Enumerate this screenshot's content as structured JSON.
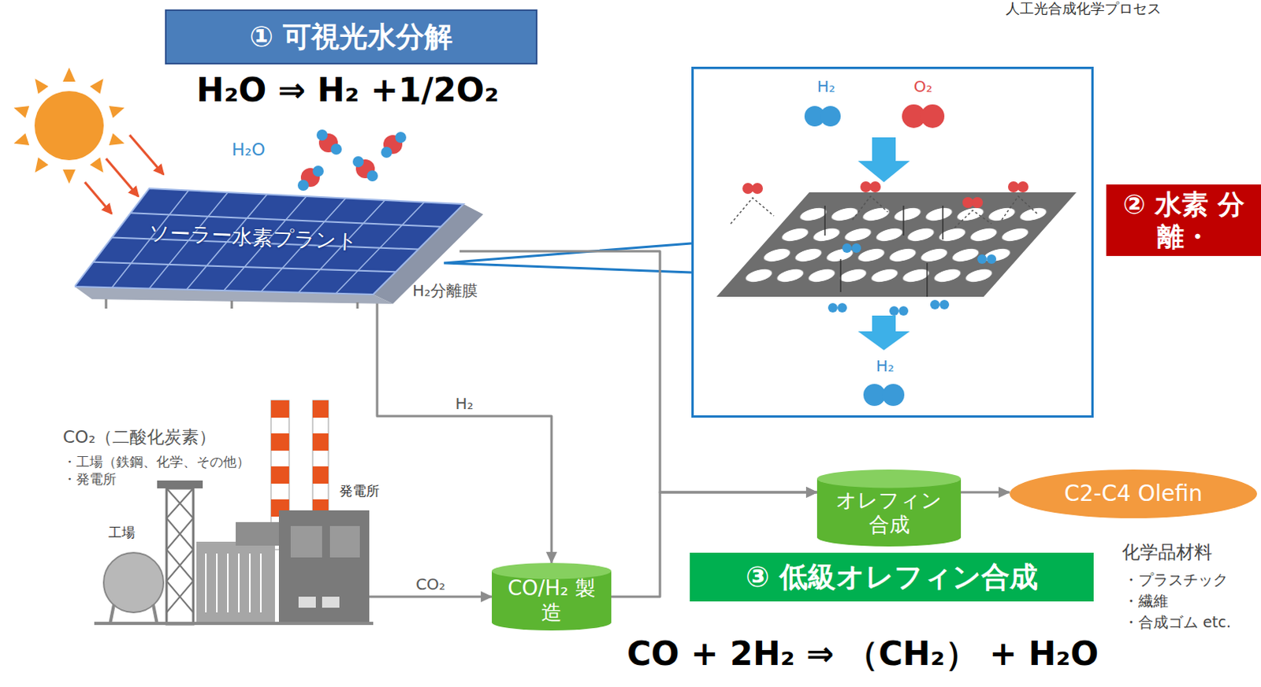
{
  "diagram": {
    "nodes": [
      {
        "text": [
          "① 可視光水分解"
        ]
      },
      {
        "text": [
          "ソーラー水素プラント"
        ]
      },
      {
        "text": [
          "H₂",
          "O₂",
          "H₂"
        ]
      },
      {
        "text": [
          "② 水素 分離・"
        ]
      },
      {
        "text": [
          "CO₂（二酸化炭素）",
          "・工場（鉄鋼、化学、その他）",
          "・発電所"
        ]
      },
      {
        "text": [
          "オレフィン 合成"
        ]
      },
      {
        "text": [
          "C2-C4 Olefin"
        ]
      },
      {
        "text": [
          "CO/H₂ 製造"
        ]
      },
      {
        "text": [
          "③ 低級オレフィン合成"
        ]
      }
    ],
    "edges": [
      {
        "from": 1,
        "to": 2,
        "arrow": "none"
      },
      {
        "from": 1,
        "to": 7,
        "label": "H₂",
        "arrow": "to"
      },
      {
        "from": 1,
        "to": 5,
        "arrow": "to"
      },
      {
        "from": 4,
        "to": 7,
        "label": "CO₂",
        "arrow": "to"
      },
      {
        "from": 7,
        "to": 5,
        "arrow": "to"
      },
      {
        "from": 5,
        "to": 6,
        "arrow": "to"
      }
    ],
    "labels": [
      "人工光合成化学プロセス",
      "H₂O ⇒ H₂ +1/2O₂",
      "H₂O",
      "H₂分離膜",
      "工場",
      "発電所",
      "化学品材料",
      "・プラスチック",
      "・繊維",
      "・合成ゴム etc.",
      "CO + 2H₂ ⇒ （CH₂） + H₂O"
    ]
  }
}
